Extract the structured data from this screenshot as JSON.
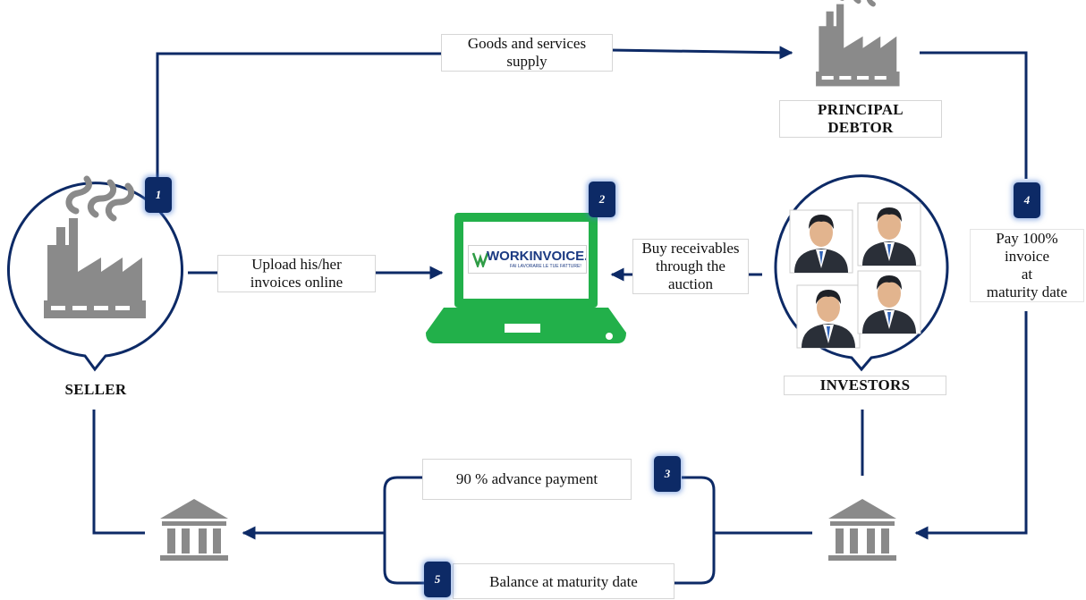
{
  "nodes": {
    "seller": "SELLER",
    "principal_debtor": [
      "PRINCIPAL",
      "DEBTOR"
    ],
    "investors": "INVESTORS"
  },
  "logo": {
    "brand": "WORKINVOICE.IT",
    "tagline": "FAI LAVORARE LE TUE FATTURE!"
  },
  "flows": {
    "goods_supply": [
      "Goods and services",
      "supply"
    ],
    "upload": [
      "Upload his/her",
      "invoices online"
    ],
    "buy": [
      "Buy receivables",
      "through the",
      "auction"
    ],
    "pay": [
      "Pay 100%",
      "invoice",
      "at",
      "maturity date"
    ],
    "advance": "90 % advance payment",
    "balance": "Balance at maturity date"
  },
  "steps": [
    "1",
    "2",
    "3",
    "4",
    "5"
  ],
  "colors": {
    "line": "#0d2a66",
    "badge": "#0d2a66",
    "laptop": "#22b04a",
    "icon_gray": "#8a8a8a"
  },
  "icons": {
    "seller": "factory-icon",
    "debtor": "factory-icon",
    "platform": "laptop-icon",
    "investors": "businessman-icon",
    "banks": "bank-icon"
  }
}
